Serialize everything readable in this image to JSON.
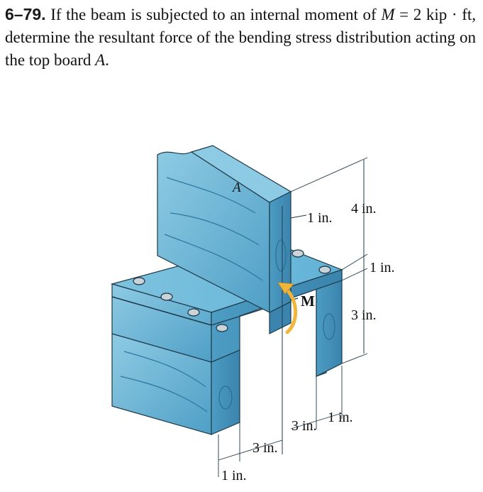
{
  "problem": {
    "number": "6–79.",
    "text_line1": "If the beam is subjected to an internal moment of",
    "M_symbol": "M",
    "eq": " = 2 kip · ft, determine the resultant force of the bending",
    "text_line3": "stress distribution acting on the top board ",
    "board_label": "A",
    "end_punct": "."
  },
  "figure": {
    "label_A": "A",
    "label_M": "M",
    "dims": {
      "top_board_height": "4 in.",
      "top_board_thickness": "1 in.",
      "flange_thickness": "1 in.",
      "web_height": "3 in.",
      "right_leg_thickness": "1 in.",
      "right_gap": "3 in.",
      "left_gap": "3 in.",
      "left_leg_thickness": "1 in."
    }
  },
  "colors": {
    "wood_light": "#7ec3df",
    "wood_mid": "#5aaed2",
    "wood_dark": "#3f8fb8",
    "moment_arrow": "#f2b53c",
    "outline": "#1e3a4a"
  }
}
